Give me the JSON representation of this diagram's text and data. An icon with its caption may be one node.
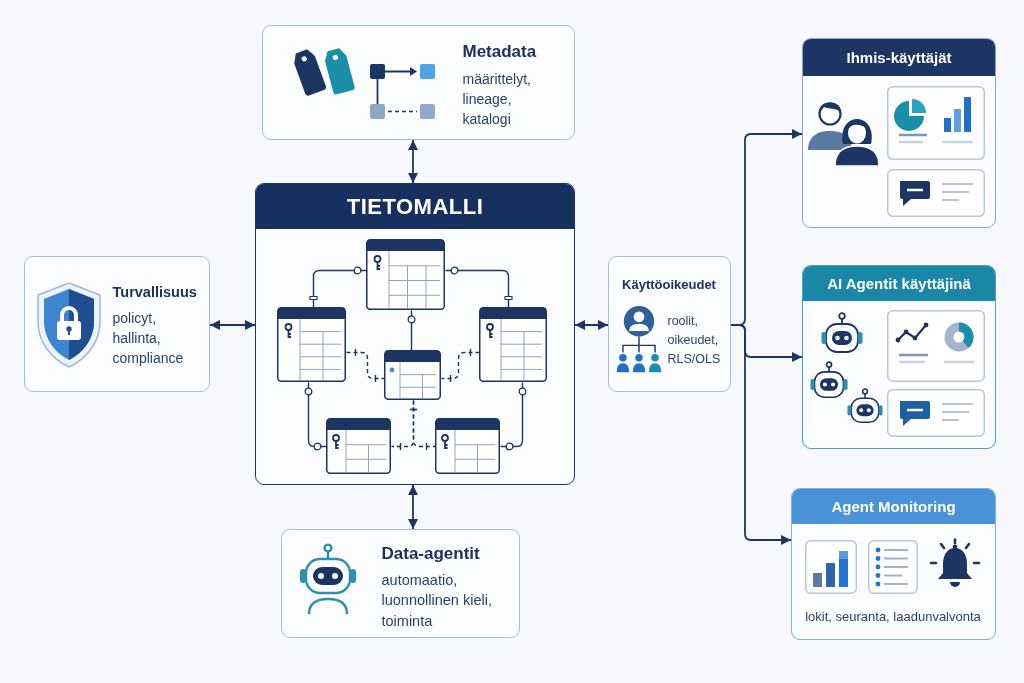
{
  "diagram": {
    "nodes": [
      {
        "text": [
          "Metadata",
          "määrittelyt, lineage, katalogi"
        ]
      },
      {
        "text": [
          "Turvallisuus",
          "policyt, hallinta, compliance"
        ]
      },
      {
        "text": [
          "TIETOMALLI"
        ]
      },
      {
        "text": [],
        "shape": "table",
        "in": 2
      },
      {
        "text": [],
        "shape": "table",
        "in": 2
      },
      {
        "text": [],
        "shape": "table",
        "in": 2
      },
      {
        "text": [],
        "shape": "table",
        "in": 2
      },
      {
        "text": [],
        "shape": "table",
        "in": 2
      },
      {
        "text": [],
        "shape": "table",
        "in": 2
      },
      {
        "text": [
          "Käyttöoikeudet",
          "roolit, oikeudet, RLS/OLS"
        ]
      },
      {
        "text": [
          "Ihmis-käyttäjät"
        ]
      },
      {
        "text": [
          "AI Agentit käyttäjinä"
        ]
      },
      {
        "text": [
          "Data-agentit",
          "automaatio, luonnollinen kieli, toiminta"
        ]
      },
      {
        "text": [
          "Agent Monitoring",
          "lokit, seuranta, laadunvalvonta"
        ]
      }
    ],
    "edges": [
      {
        "from": 0,
        "to": 2,
        "arrow": "both"
      },
      {
        "from": 1,
        "to": 2,
        "arrow": "both"
      },
      {
        "from": 2,
        "to": 9,
        "arrow": "both"
      },
      {
        "from": 2,
        "to": 12,
        "arrow": "both"
      },
      {
        "from": 9,
        "to": 10,
        "arrow": "to"
      },
      {
        "from": 9,
        "to": 11,
        "arrow": "to"
      },
      {
        "from": 9,
        "to": 13,
        "arrow": "to"
      },
      {
        "from": 3,
        "to": 4,
        "arrow": "other"
      },
      {
        "from": 3,
        "to": 5,
        "arrow": "other"
      },
      {
        "from": 3,
        "to": 6,
        "arrow": "other"
      },
      {
        "from": 4,
        "to": 7,
        "arrow": "other"
      },
      {
        "from": 5,
        "to": 8,
        "arrow": "other"
      },
      {
        "from": 4,
        "to": 6,
        "arrow": "other",
        "style": "dashed"
      },
      {
        "from": 5,
        "to": 6,
        "arrow": "other",
        "style": "dashed"
      },
      {
        "from": 6,
        "to": 7,
        "arrow": "other",
        "style": "dashed"
      },
      {
        "from": 6,
        "to": 8,
        "arrow": "other",
        "style": "dashed"
      }
    ]
  }
}
